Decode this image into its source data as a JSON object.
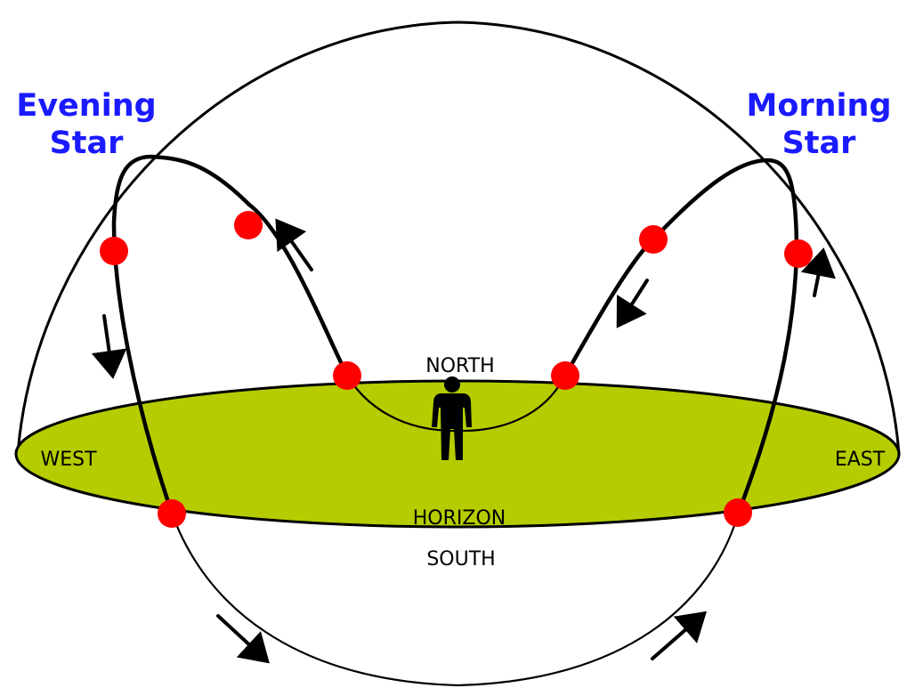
{
  "labels": {
    "evening_star": [
      "Evening",
      "Star"
    ],
    "morning_star": [
      "Morning",
      "Star"
    ],
    "north": "NORTH",
    "south": "SOUTH",
    "west": "WEST",
    "east": "EAST",
    "horizon": "HORIZON"
  },
  "colors": {
    "horizon_fill": "#b5cc00",
    "planet": "#ff0000",
    "star_label": "#1a1aff",
    "line": "#000000"
  },
  "icons": {
    "observer": "person-silhouette-icon",
    "planet": "red-dot-icon"
  }
}
